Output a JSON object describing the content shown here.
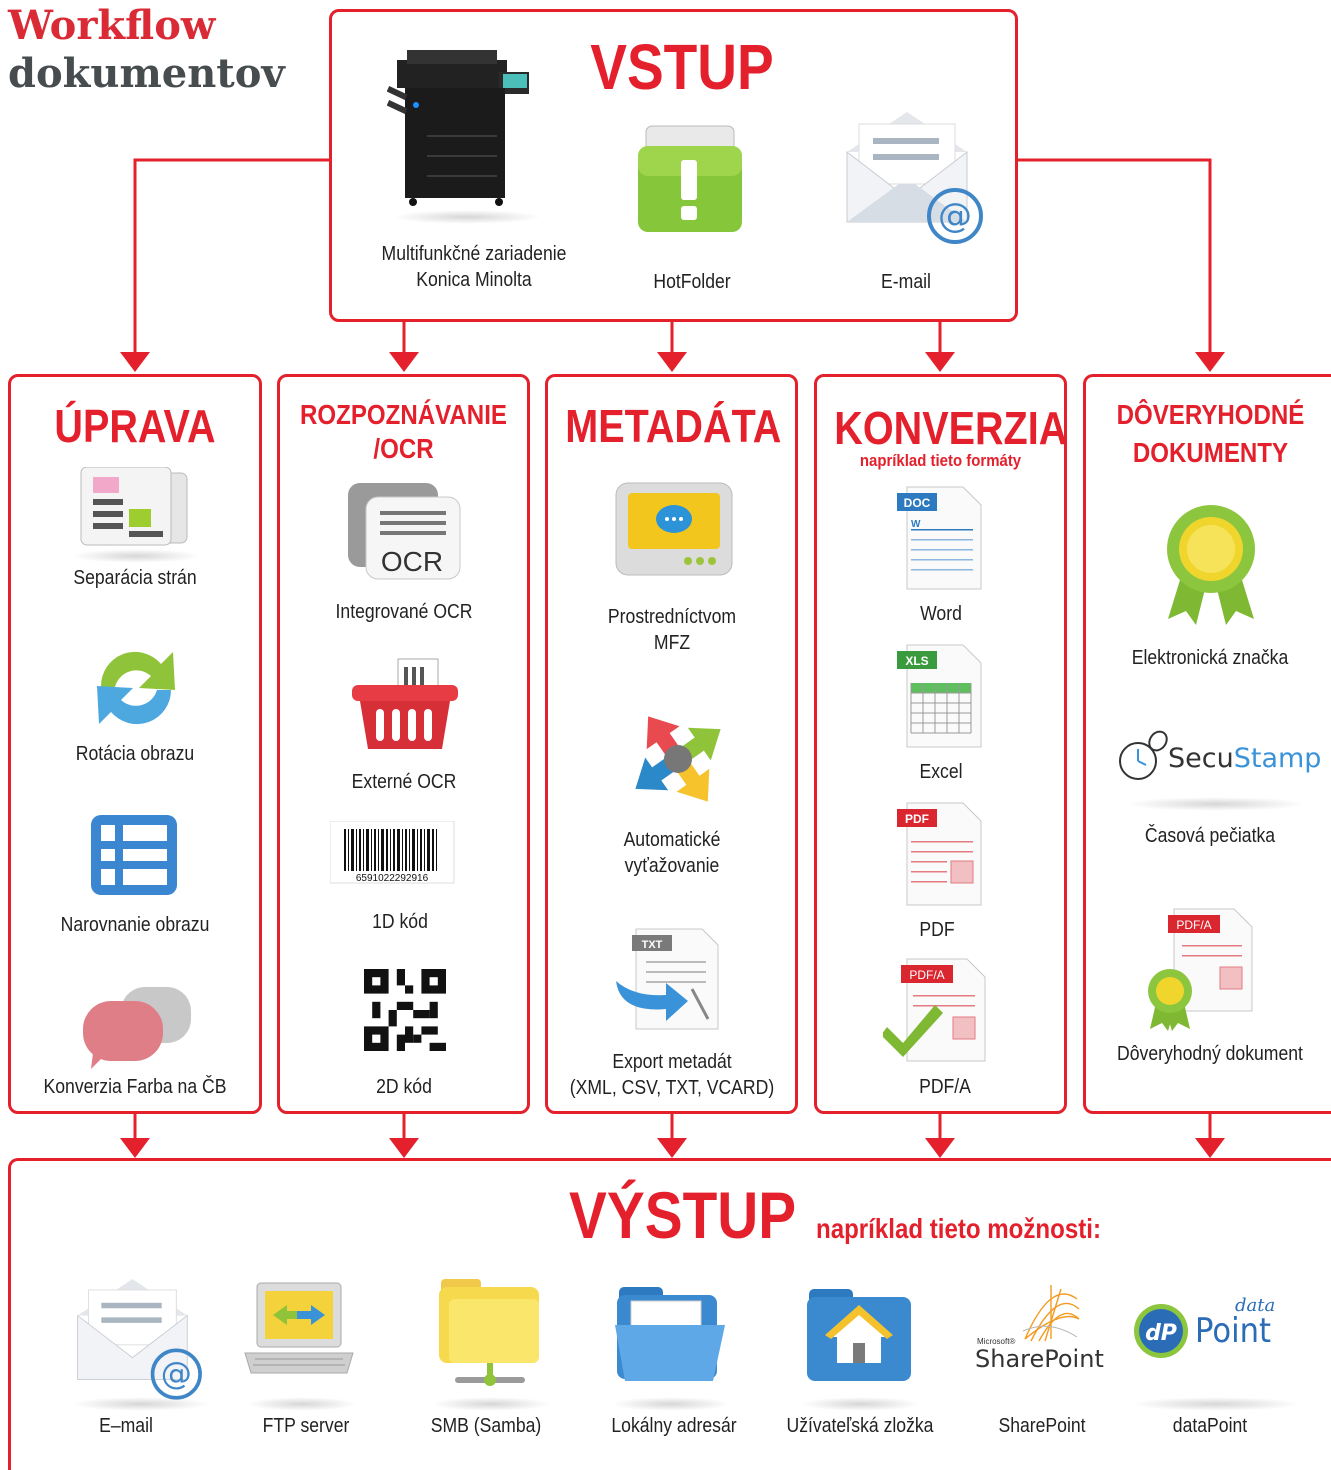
{
  "title": {
    "line1": "Workflow",
    "line2": "dokumentov"
  },
  "colors": {
    "accent": "#e4202c",
    "title_red": "#d92a35",
    "title_gray": "#474c4f"
  },
  "input": {
    "heading": "VSTUP",
    "items": [
      {
        "line1": "Multifunkčné zariadenie",
        "line2": "Konica Minolta",
        "icon": "printer-icon"
      },
      {
        "line1": "HotFolder",
        "icon": "hotfolder-icon"
      },
      {
        "line1": "E-mail",
        "icon": "email-icon"
      }
    ]
  },
  "columns": [
    {
      "heading1": "ÚPRAVA",
      "items": [
        {
          "line1": "Separácia strán",
          "icon": "document-separation-icon"
        },
        {
          "line1": "Rotácia obrazu",
          "icon": "rotation-icon"
        },
        {
          "line1": "Narovnanie obrazu",
          "icon": "deskew-icon"
        },
        {
          "line1": "Konverzia Farba na ČB",
          "icon": "color-conversion-icon"
        }
      ]
    },
    {
      "heading1": "ROZPOZNÁVANIE",
      "heading2": "/OCR",
      "items": [
        {
          "line1": "Integrované OCR",
          "icon": "ocr-icon",
          "icon_text": "OCR"
        },
        {
          "line1": "Externé OCR",
          "icon": "ocr-basket-icon"
        },
        {
          "line1": "1D kód",
          "icon": "barcode-icon",
          "icon_text": "6591022292916"
        },
        {
          "line1": "2D kód",
          "icon": "qr-code-icon"
        }
      ]
    },
    {
      "heading1": "METADÁTA",
      "items": [
        {
          "line1": "Prostredníctvom",
          "line2": "MFZ",
          "icon": "mfp-panel-icon"
        },
        {
          "line1": "Automatické",
          "line2": "vyťažovanie",
          "icon": "extraction-arrows-icon"
        },
        {
          "line1": "Export metadát",
          "line2": "(XML, CSV, TXT, VCARD)",
          "icon": "txt-export-icon",
          "icon_text": "TXT"
        }
      ]
    },
    {
      "heading1": "KONVERZIA",
      "subheading": "napríklad tieto formáty",
      "items": [
        {
          "line1": "Word",
          "icon": "doc-file-icon",
          "icon_text": "DOC"
        },
        {
          "line1": "Excel",
          "icon": "xls-file-icon",
          "icon_text": "XLS"
        },
        {
          "line1": "PDF",
          "icon": "pdf-file-icon",
          "icon_text": "PDF"
        },
        {
          "line1": "PDF/A",
          "icon": "pdfa-file-icon",
          "icon_text": "PDF/A"
        }
      ]
    },
    {
      "heading1": "DÔVERYHODNÉ",
      "heading2": "DOKUMENTY",
      "items": [
        {
          "line1": "Elektronická značka",
          "icon": "seal-icon"
        },
        {
          "line1": "Časová pečiatka",
          "icon": "secustamp-logo",
          "logo_a": "Secu",
          "logo_b": "Stamp"
        },
        {
          "line1": "Dôveryhodný dokument",
          "icon": "trusted-pdfa-icon",
          "icon_text": "PDF/A"
        }
      ]
    }
  ],
  "output": {
    "heading": "VÝSTUP",
    "subheading": "napríklad tieto možnosti:",
    "items": [
      {
        "label": "E–mail",
        "icon": "email-icon"
      },
      {
        "label": "FTP server",
        "icon": "ftp-laptop-icon"
      },
      {
        "label": "SMB (Samba)",
        "icon": "network-folder-icon"
      },
      {
        "label": "Lokálny adresár",
        "icon": "open-folder-icon"
      },
      {
        "label": "Užívateľská zložka",
        "icon": "home-folder-icon"
      },
      {
        "label": "SharePoint",
        "icon": "sharepoint-logo",
        "logo_small": "Microsoft®",
        "logo_big": "SharePoint"
      },
      {
        "label": "dataPoint",
        "icon": "datapoint-logo",
        "logo_dp": "dP",
        "logo_a": "data",
        "logo_b": "Point"
      }
    ]
  }
}
